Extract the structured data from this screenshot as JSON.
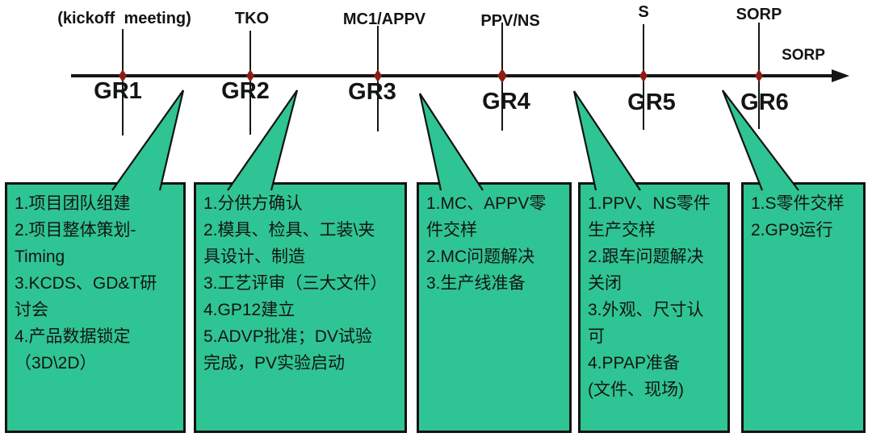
{
  "diagram": {
    "milestone_labels": {
      "gr1": "(kickoff  meeting)",
      "gr2": "TKO",
      "gr3": "MC1/APPV",
      "gr4": "PPV/NS",
      "gr5": "S",
      "gr6": "SORP",
      "axis_end": "SORP"
    },
    "gate_names": {
      "gr1": "GR1",
      "gr2": "GR2",
      "gr3": "GR3",
      "gr4": "GR4",
      "gr5": "GR5",
      "gr6": "GR6"
    },
    "phase_boxes": [
      {
        "id": "phase-1",
        "lines": [
          "1.项目团队组建",
          "2.项目整体策划-",
          "Timing",
          "3.KCDS、GD&T研",
          "讨会",
          "4.产品数据锁定",
          "（3D\\2D）"
        ]
      },
      {
        "id": "phase-2",
        "lines": [
          "1.分供方确认",
          "2.模具、检具、工装\\夹",
          "具设计、制造",
          "3.工艺评审（三大文件）",
          "4.GP12建立",
          "5.ADVP批准；DV试验",
          "完成，PV实验启动"
        ]
      },
      {
        "id": "phase-3",
        "lines": [
          "1.MC、APPV零",
          "件交样",
          "2.MC问题解决",
          "3.生产线准备"
        ]
      },
      {
        "id": "phase-4",
        "lines": [
          "1.PPV、NS零件",
          "生产交样",
          "2.跟车问题解决",
          "关闭",
          "3.外观、尺寸认",
          "可",
          "4.PPAP准备",
          "(文件、现场)"
        ]
      },
      {
        "id": "phase-5",
        "lines": [
          "1.S零件交样",
          "2.GP9运行"
        ]
      }
    ],
    "colors": {
      "box_green": "#2fc493",
      "marker_red": "#8b1d15",
      "line_black": "#151515"
    }
  }
}
